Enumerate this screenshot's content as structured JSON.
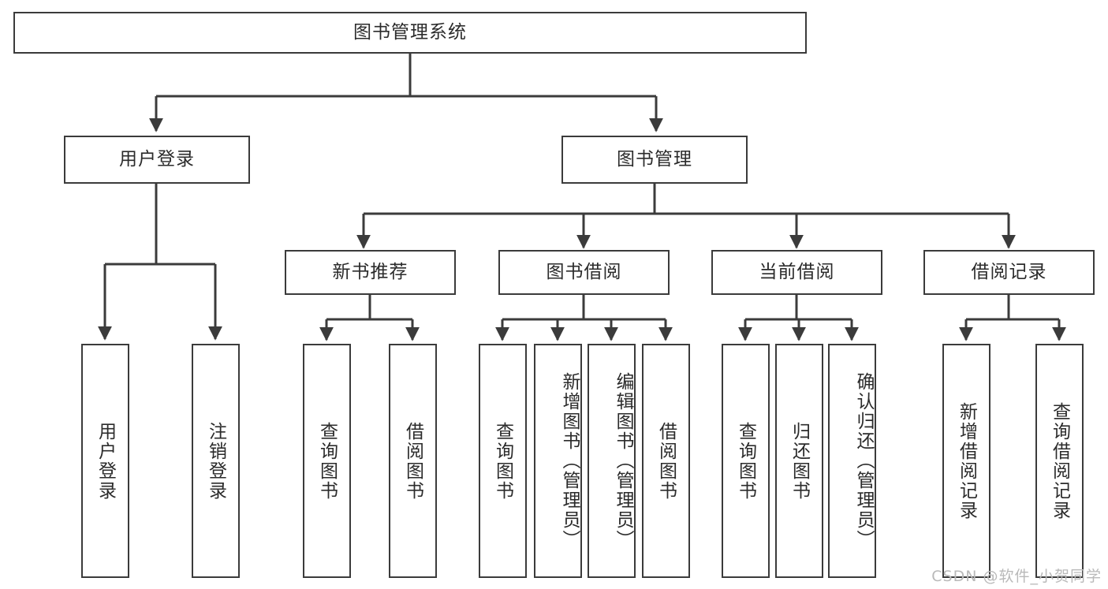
{
  "diagram": {
    "title": "图书管理系统",
    "type": "tree",
    "watermark": "CSDN @软件_小贺同学",
    "colors": {
      "stroke": "#3b3b3b",
      "fill": "#ffffff",
      "text": "#2b2b2b",
      "watermark": "#b9b9b9"
    },
    "nodes": {
      "root": {
        "label": "图书管理系统",
        "orientation": "horizontal"
      },
      "level1": [
        {
          "label": "用户登录",
          "orientation": "horizontal"
        },
        {
          "label": "图书管理",
          "orientation": "horizontal"
        }
      ],
      "level2": [
        {
          "label": "新书推荐",
          "orientation": "horizontal"
        },
        {
          "label": "图书借阅",
          "orientation": "horizontal"
        },
        {
          "label": "当前借阅",
          "orientation": "horizontal"
        },
        {
          "label": "借阅记录",
          "orientation": "horizontal"
        }
      ],
      "leaves": {
        "user_login": [
          {
            "label": "用户登录",
            "orientation": "vertical"
          },
          {
            "label": "注销登录",
            "orientation": "vertical"
          }
        ],
        "new_book_recommend": [
          {
            "label": "查询图书",
            "orientation": "vertical"
          },
          {
            "label": "借阅图书",
            "orientation": "vertical"
          }
        ],
        "book_borrow": [
          {
            "label": "查询图书",
            "orientation": "vertical"
          },
          {
            "label": "新增图书（管理员）",
            "orientation": "vertical"
          },
          {
            "label": "编辑图书（管理员）",
            "orientation": "vertical"
          },
          {
            "label": "借阅图书",
            "orientation": "vertical"
          }
        ],
        "current_borrow": [
          {
            "label": "查询图书",
            "orientation": "vertical"
          },
          {
            "label": "归还图书",
            "orientation": "vertical"
          },
          {
            "label": "确认归还（管理员）",
            "orientation": "vertical"
          }
        ],
        "borrow_record": [
          {
            "label": "新增借阅记录",
            "orientation": "vertical"
          },
          {
            "label": "查询借阅记录",
            "orientation": "vertical"
          }
        ]
      }
    }
  }
}
